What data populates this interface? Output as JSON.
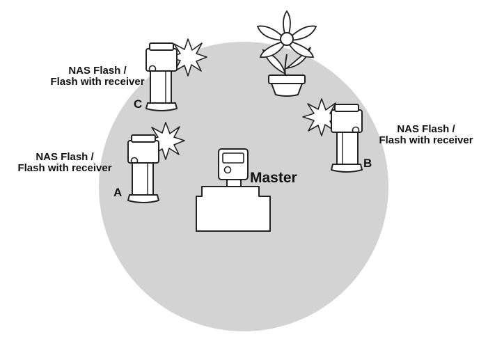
{
  "diagram": {
    "background_circle_color": "#d3d3d3",
    "flash_units": [
      {
        "id": "C",
        "letter": "C",
        "line1": "NAS Flash /",
        "line2": "Flash with receiver"
      },
      {
        "id": "A",
        "letter": "A",
        "line1": "NAS Flash /",
        "line2": "Flash with receiver"
      },
      {
        "id": "B",
        "letter": "B",
        "line1": "NAS Flash /",
        "line2": "Flash with receiver"
      }
    ],
    "master": {
      "label": "Master"
    },
    "icons": [
      "flower-pot-icon",
      "camera-icon",
      "flash-unit-icon",
      "flash-burst-icon"
    ]
  }
}
